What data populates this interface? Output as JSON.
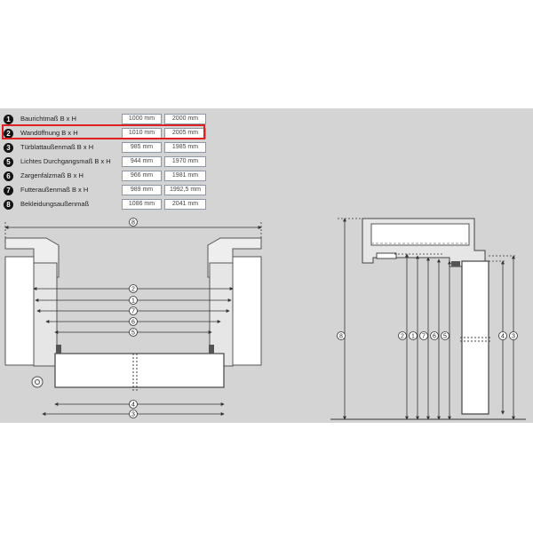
{
  "specs": [
    {
      "num": "1",
      "label": "Baurichtmaß B x H",
      "width": "1000 mm",
      "height": "2000 mm"
    },
    {
      "num": "2",
      "label": "Wandöffnung B x H",
      "width": "1010 mm",
      "height": "2005 mm",
      "highlighted": true
    },
    {
      "num": "3",
      "label": "Türblattaußenmaß B x H",
      "width": "985 mm",
      "height": "1985 mm"
    },
    {
      "num": "5",
      "label": "Lichtes Durchgangsmaß B x H",
      "width": "944 mm",
      "height": "1970 mm"
    },
    {
      "num": "6",
      "label": "Zargenfalzmaß B x H",
      "width": "966 mm",
      "height": "1981 mm"
    },
    {
      "num": "7",
      "label": "Futteraußenmaß B x H",
      "width": "989 mm",
      "height": "1992,5 mm"
    },
    {
      "num": "8",
      "label": "Bekleidungsaußenmaß",
      "width": "1086 mm",
      "height": "2041 mm"
    }
  ],
  "highlight_color": "#e02020",
  "dimension_markers": {
    "top_view": [
      "8",
      "2",
      "1",
      "7",
      "6",
      "5",
      "4",
      "3"
    ],
    "side_view": [
      "8",
      "2",
      "1",
      "7",
      "6",
      "5",
      "4",
      "3"
    ]
  }
}
